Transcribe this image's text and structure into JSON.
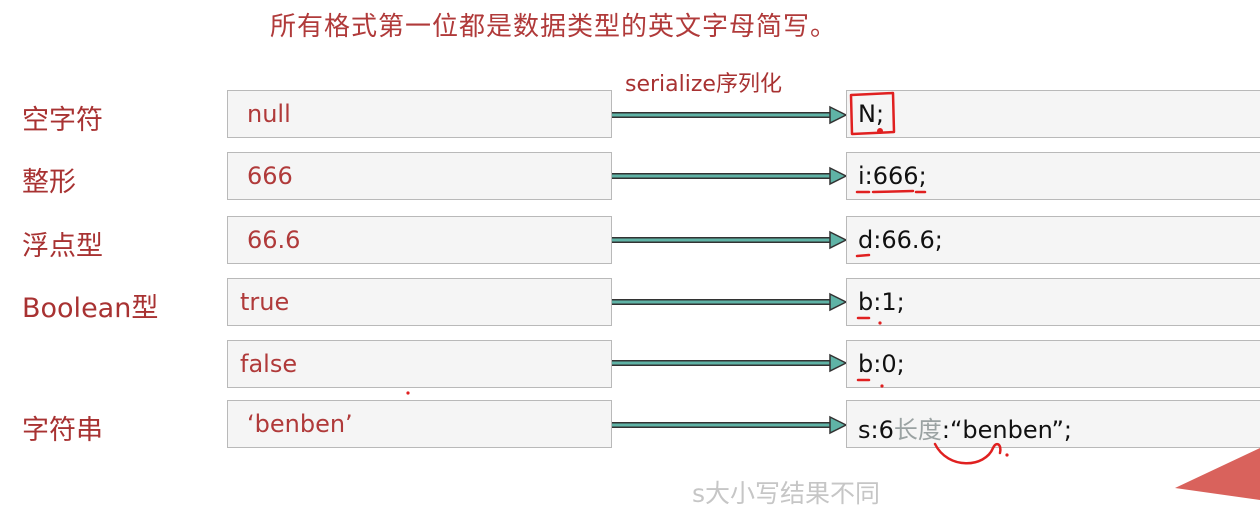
{
  "title": "所有格式第一位都是数据类型的英文字母简写。",
  "serialize_label": "serialize序列化",
  "rows": [
    {
      "label": "空字符",
      "value": "null",
      "result": "N;"
    },
    {
      "label": "整形",
      "value": "666",
      "result": "i:666;"
    },
    {
      "label": "浮点型",
      "value": "66.6",
      "result": "d:66.6;"
    },
    {
      "label": "Boolean型",
      "value": "true",
      "result": "b:1;"
    },
    {
      "label": "",
      "value": "false",
      "result": "b:0;"
    },
    {
      "label": "字符串",
      "value": "‘benben’",
      "result_prefix": "s:6",
      "result_hint": "长度",
      "result_suffix": ":“benben”;"
    }
  ],
  "footer_caption": "s大小写结果不同",
  "colors": {
    "title_red": "#b03a3a",
    "arrow_teal": "#5fb3a6",
    "box_border": "#b9b9b9",
    "box_fill": "#f5f5f5",
    "annotation_red": "#e02020",
    "corner_triangle": "#d9625c"
  }
}
